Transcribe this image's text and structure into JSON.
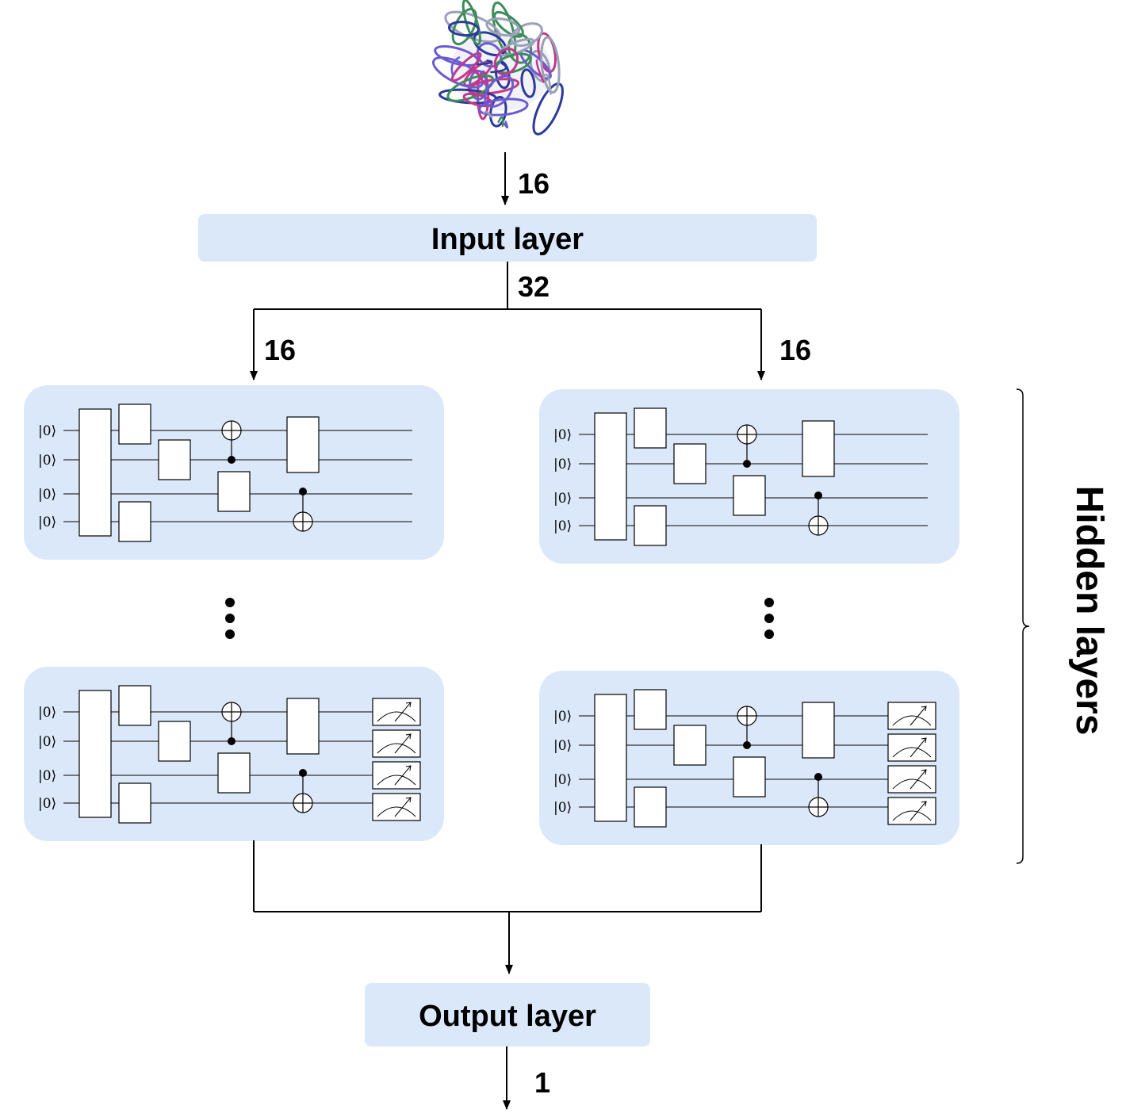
{
  "input_layer": {
    "label": "Input layer"
  },
  "output_layer": {
    "label": "Output layer"
  },
  "hidden_layers": {
    "label": "Hidden layers"
  },
  "edges": {
    "protein_to_input": "16",
    "input_out": "32",
    "branch_left": "16",
    "branch_right": "16",
    "output_out": "1"
  },
  "circuit": {
    "qubit_init": [
      "|0⟩",
      "|0⟩",
      "|0⟩",
      "|0⟩"
    ]
  },
  "ellipsis": "⋮",
  "colors": {
    "panel_fill": "#dae8fa",
    "protein": [
      "#2b3a9b",
      "#3d8c5a",
      "#c2398a",
      "#6b5bd0",
      "#9aa0b8"
    ]
  }
}
